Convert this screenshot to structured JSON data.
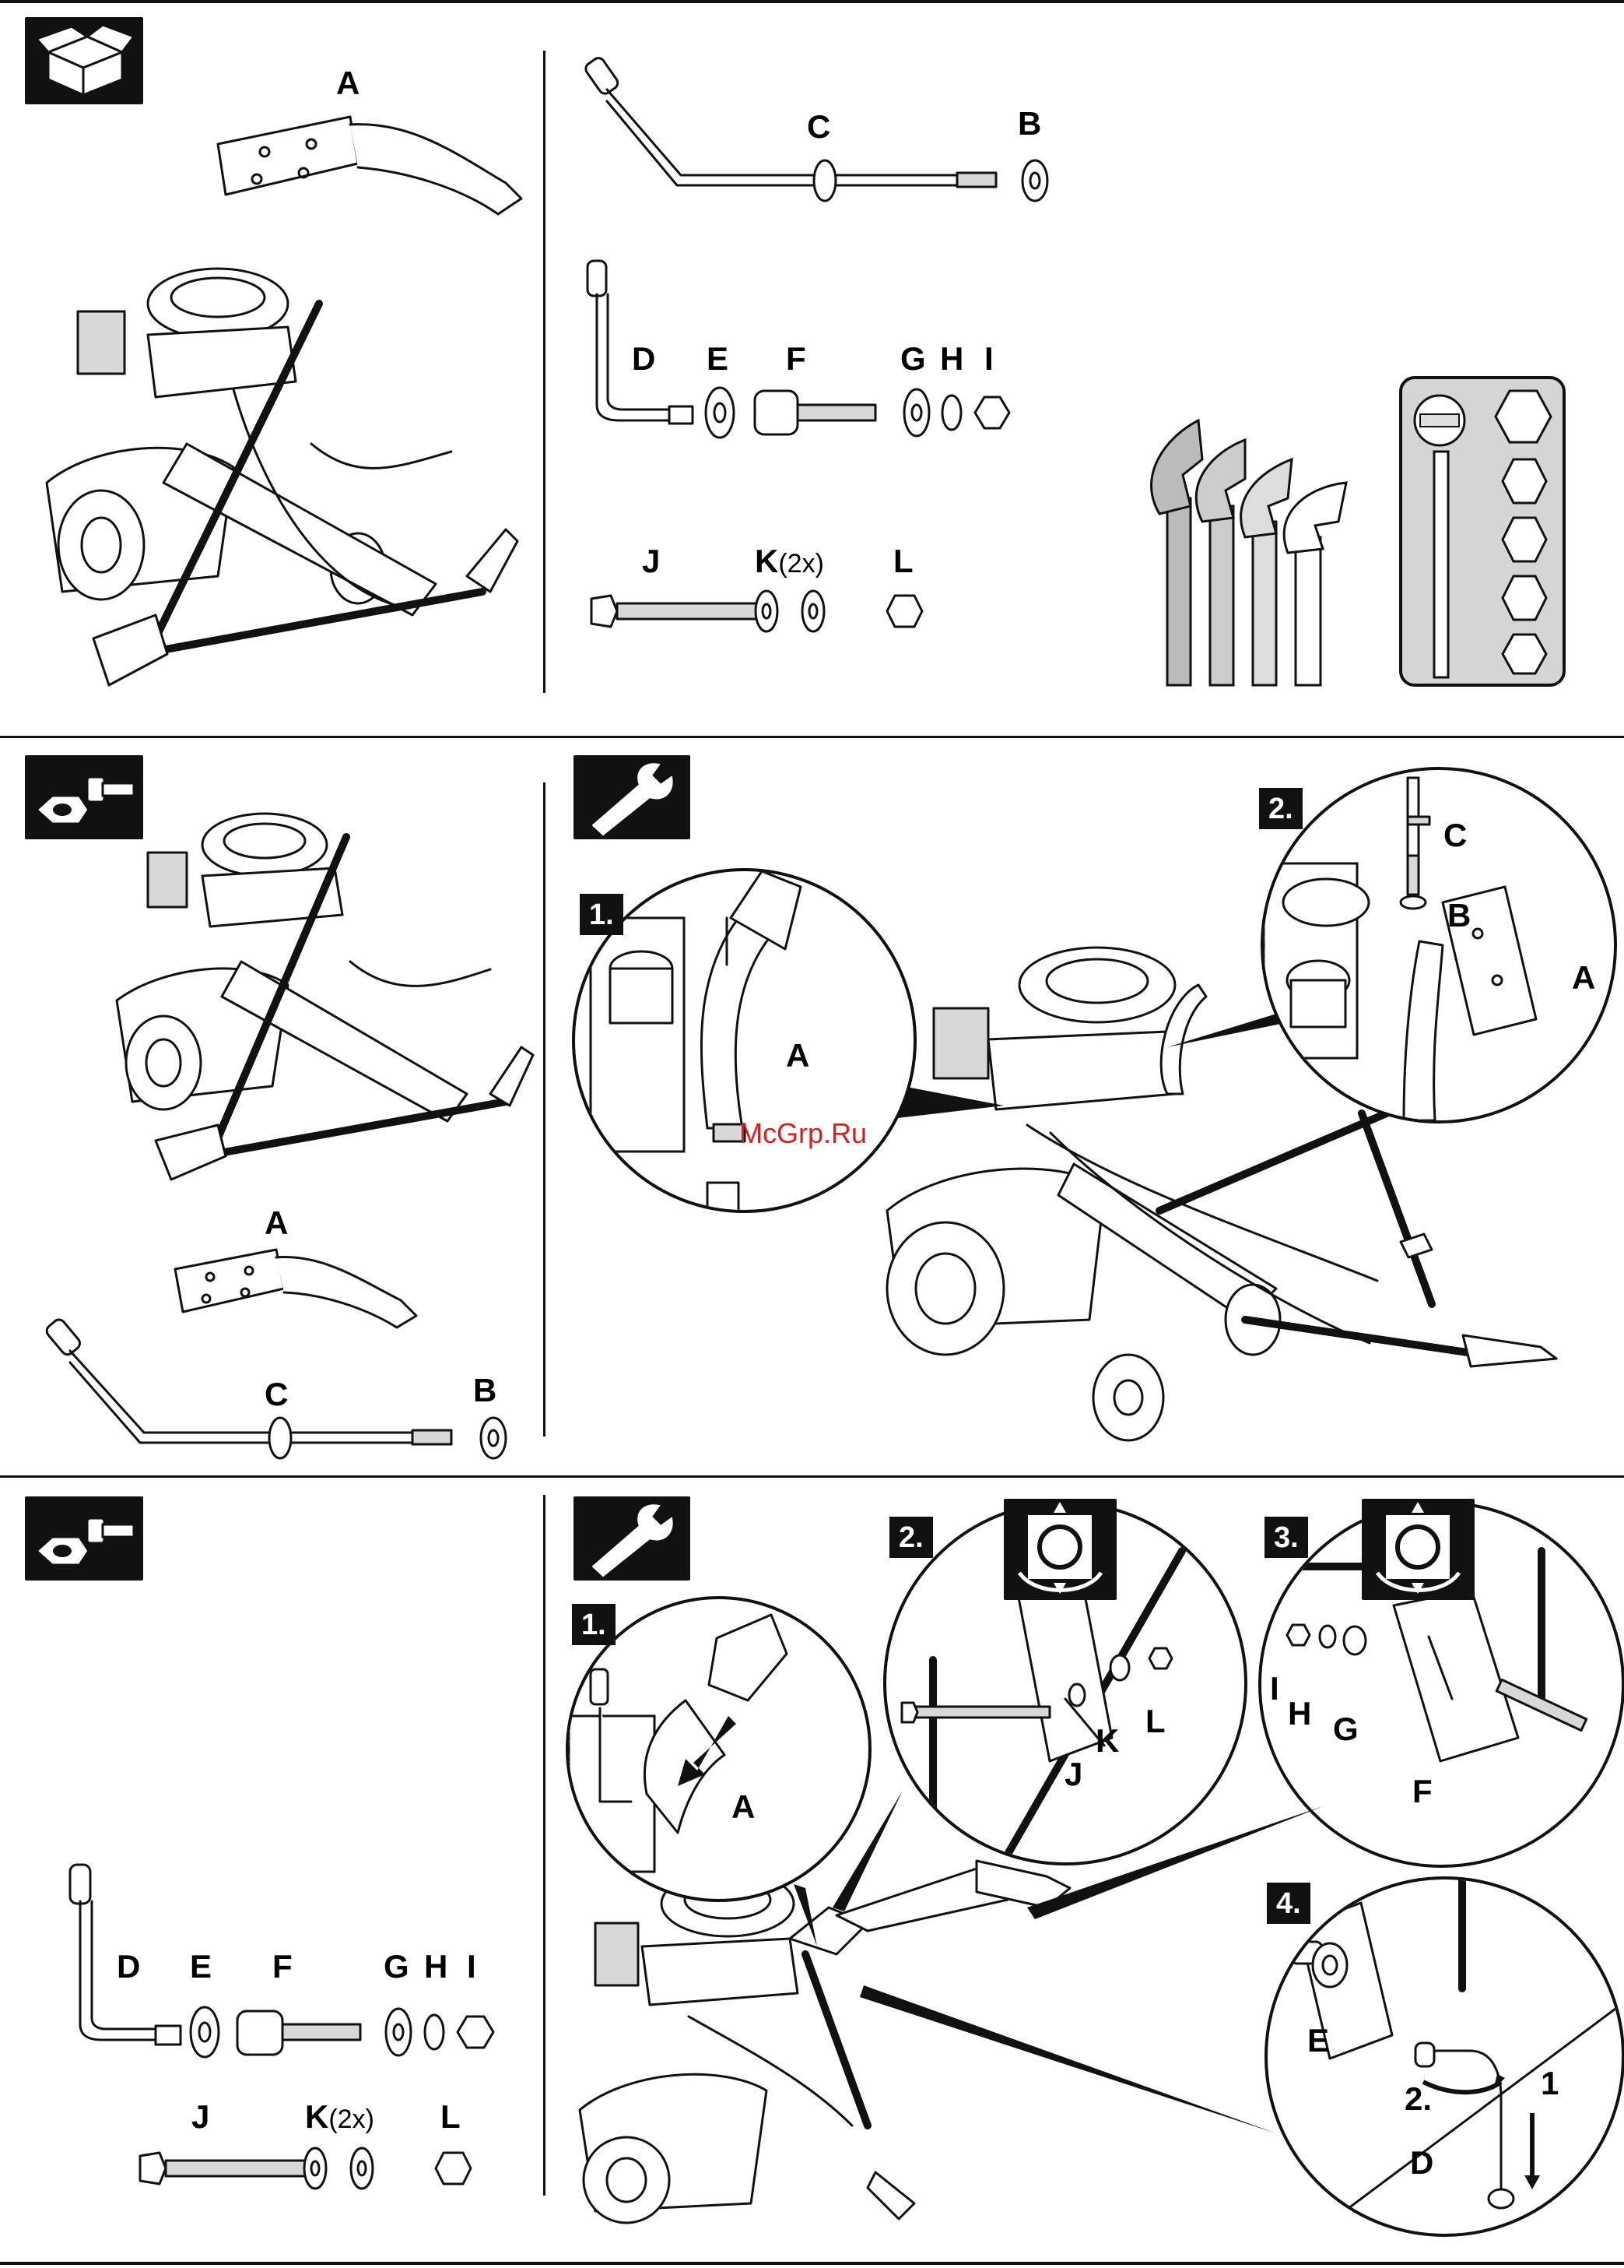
{
  "watermark": "McGrp.Ru",
  "parts": {
    "A": "A",
    "B": "B",
    "C": "C",
    "D": "D",
    "E": "E",
    "F": "F",
    "G": "G",
    "H": "H",
    "I": "I",
    "J": "J",
    "K": "K",
    "K_qty": "(2x)",
    "L": "L"
  },
  "steps": {
    "s1": "1.",
    "s2": "2.",
    "s3": "3.",
    "s4": "4."
  },
  "detail_marks": {
    "one": "1",
    "two": "2."
  },
  "icons": [
    "box-contents-icon",
    "nut-bolt-icon",
    "wrench-icon",
    "adjust-position-icon",
    "wrench-set-icon",
    "socket-set-icon"
  ]
}
